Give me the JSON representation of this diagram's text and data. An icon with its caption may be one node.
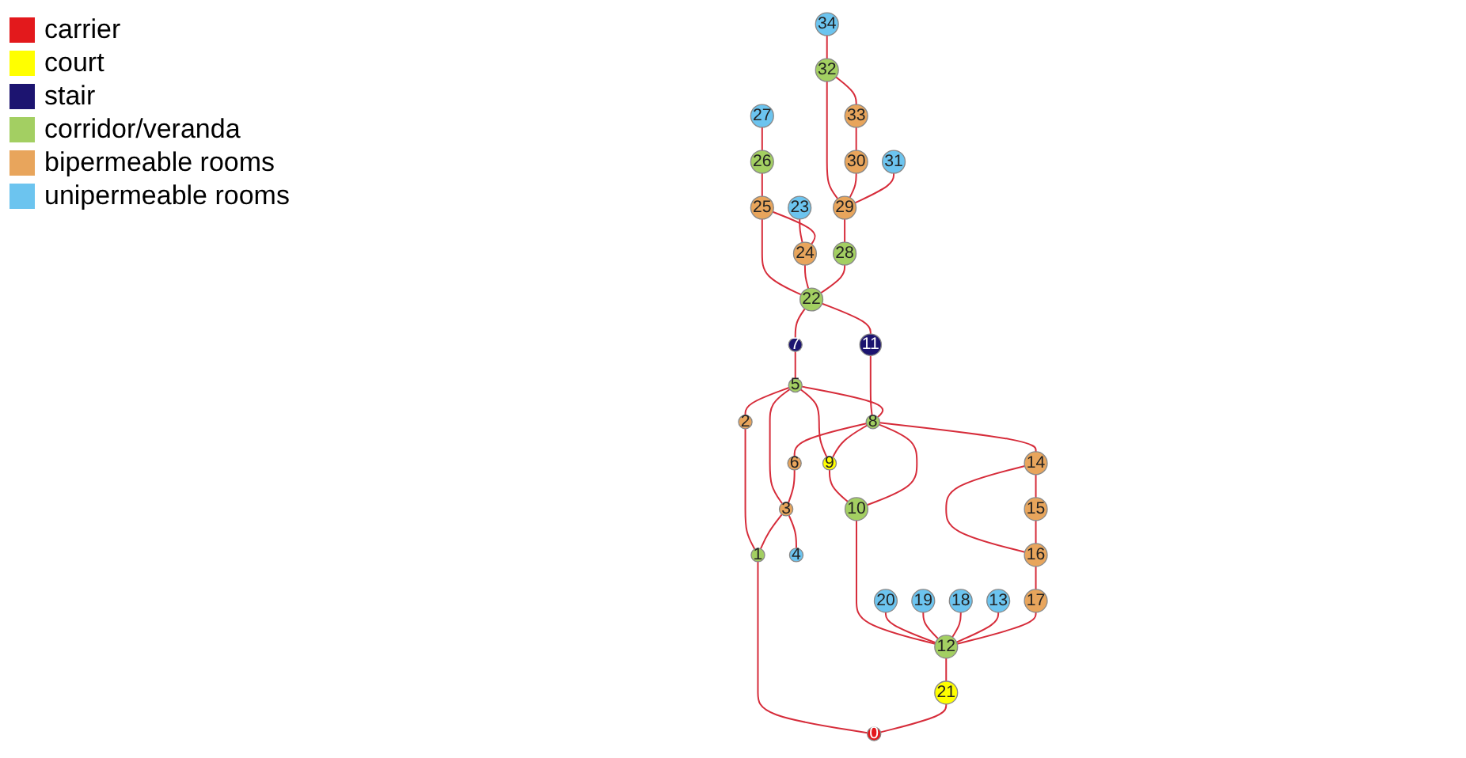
{
  "diagram": {
    "nodes": [
      {
        "text": [
          "0"
        ]
      },
      {
        "text": [
          "1"
        ]
      },
      {
        "text": [
          "2"
        ]
      },
      {
        "text": [
          "3"
        ]
      },
      {
        "text": [
          "4"
        ]
      },
      {
        "text": [
          "5"
        ]
      },
      {
        "text": [
          "6"
        ]
      },
      {
        "text": [
          "7"
        ]
      },
      {
        "text": [
          "8"
        ]
      },
      {
        "text": [
          "9"
        ]
      },
      {
        "text": [
          "10"
        ]
      },
      {
        "text": [
          "11"
        ]
      },
      {
        "text": [
          "12"
        ]
      },
      {
        "text": [
          "13"
        ]
      },
      {
        "text": [
          "14"
        ]
      },
      {
        "text": [
          "15"
        ]
      },
      {
        "text": [
          "16"
        ]
      },
      {
        "text": [
          "17"
        ]
      },
      {
        "text": [
          "18"
        ]
      },
      {
        "text": [
          "19"
        ]
      },
      {
        "text": [
          "20"
        ]
      },
      {
        "text": [
          "21"
        ]
      },
      {
        "text": [
          "22"
        ]
      },
      {
        "text": [
          "23"
        ]
      },
      {
        "text": [
          "24"
        ]
      },
      {
        "text": [
          "25"
        ]
      },
      {
        "text": [
          "26"
        ]
      },
      {
        "text": [
          "27"
        ]
      },
      {
        "text": [
          "28"
        ]
      },
      {
        "text": [
          "29"
        ]
      },
      {
        "text": [
          "30"
        ]
      },
      {
        "text": [
          "31"
        ]
      },
      {
        "text": [
          "32"
        ]
      },
      {
        "text": [
          "33"
        ]
      },
      {
        "text": [
          "34"
        ]
      }
    ],
    "edges": [
      {
        "from": 0,
        "to": 21,
        "arrow": "none"
      },
      {
        "from": 0,
        "to": 1,
        "arrow": "none"
      },
      {
        "from": 21,
        "to": 12,
        "arrow": "none"
      },
      {
        "from": 12,
        "to": 17,
        "arrow": "none"
      },
      {
        "from": 17,
        "to": 16,
        "arrow": "none"
      },
      {
        "from": 16,
        "to": 15,
        "arrow": "none"
      },
      {
        "from": 15,
        "to": 14,
        "arrow": "none"
      },
      {
        "from": 16,
        "to": 14,
        "arrow": "none"
      },
      {
        "from": 14,
        "to": 8,
        "arrow": "none"
      },
      {
        "from": 12,
        "to": 13,
        "arrow": "none"
      },
      {
        "from": 12,
        "to": 18,
        "arrow": "none"
      },
      {
        "from": 12,
        "to": 19,
        "arrow": "none"
      },
      {
        "from": 12,
        "to": 20,
        "arrow": "none"
      },
      {
        "from": 12,
        "to": 10,
        "arrow": "none"
      },
      {
        "from": 10,
        "to": 8,
        "arrow": "none"
      },
      {
        "from": 10,
        "to": 9,
        "arrow": "none"
      },
      {
        "from": 9,
        "to": 8,
        "arrow": "none"
      },
      {
        "from": 9,
        "to": 5,
        "arrow": "none"
      },
      {
        "from": 8,
        "to": 5,
        "arrow": "none"
      },
      {
        "from": 1,
        "to": 3,
        "arrow": "none"
      },
      {
        "from": 3,
        "to": 6,
        "arrow": "none"
      },
      {
        "from": 6,
        "to": 8,
        "arrow": "none"
      },
      {
        "from": 8,
        "to": 11,
        "arrow": "none"
      },
      {
        "from": 4,
        "to": 3,
        "arrow": "none"
      },
      {
        "from": 3,
        "to": 5,
        "arrow": "none"
      },
      {
        "from": 1,
        "to": 2,
        "arrow": "none"
      },
      {
        "from": 2,
        "to": 5,
        "arrow": "none"
      },
      {
        "from": 5,
        "to": 7,
        "arrow": "none"
      },
      {
        "from": 7,
        "to": 22,
        "arrow": "none"
      },
      {
        "from": 11,
        "to": 22,
        "arrow": "none"
      },
      {
        "from": 22,
        "to": 28,
        "arrow": "none"
      },
      {
        "from": 28,
        "to": 29,
        "arrow": "none"
      },
      {
        "from": 22,
        "to": 24,
        "arrow": "none"
      },
      {
        "from": 22,
        "to": 25,
        "arrow": "none"
      },
      {
        "from": 24,
        "to": 25,
        "arrow": "none"
      },
      {
        "from": 24,
        "to": 23,
        "arrow": "none"
      },
      {
        "from": 25,
        "to": 26,
        "arrow": "none"
      },
      {
        "from": 26,
        "to": 27,
        "arrow": "none"
      },
      {
        "from": 29,
        "to": 31,
        "arrow": "none"
      },
      {
        "from": 29,
        "to": 30,
        "arrow": "none"
      },
      {
        "from": 29,
        "to": 32,
        "arrow": "none"
      },
      {
        "from": 30,
        "to": 33,
        "arrow": "none"
      },
      {
        "from": 33,
        "to": 32,
        "arrow": "none"
      },
      {
        "from": 32,
        "to": 34,
        "arrow": "none"
      }
    ],
    "legend": [
      {
        "text": "carrier",
        "color": "#e3191c"
      },
      {
        "text": "court",
        "color": "#ffff00"
      },
      {
        "text": "stair",
        "color": "#1c1470"
      },
      {
        "text": "corridor/veranda",
        "color": "#a3cf62"
      },
      {
        "text": "bipermeable rooms",
        "color": "#e8a55c"
      },
      {
        "text": "unipermeable rooms",
        "color": "#6cc4ef"
      }
    ]
  }
}
